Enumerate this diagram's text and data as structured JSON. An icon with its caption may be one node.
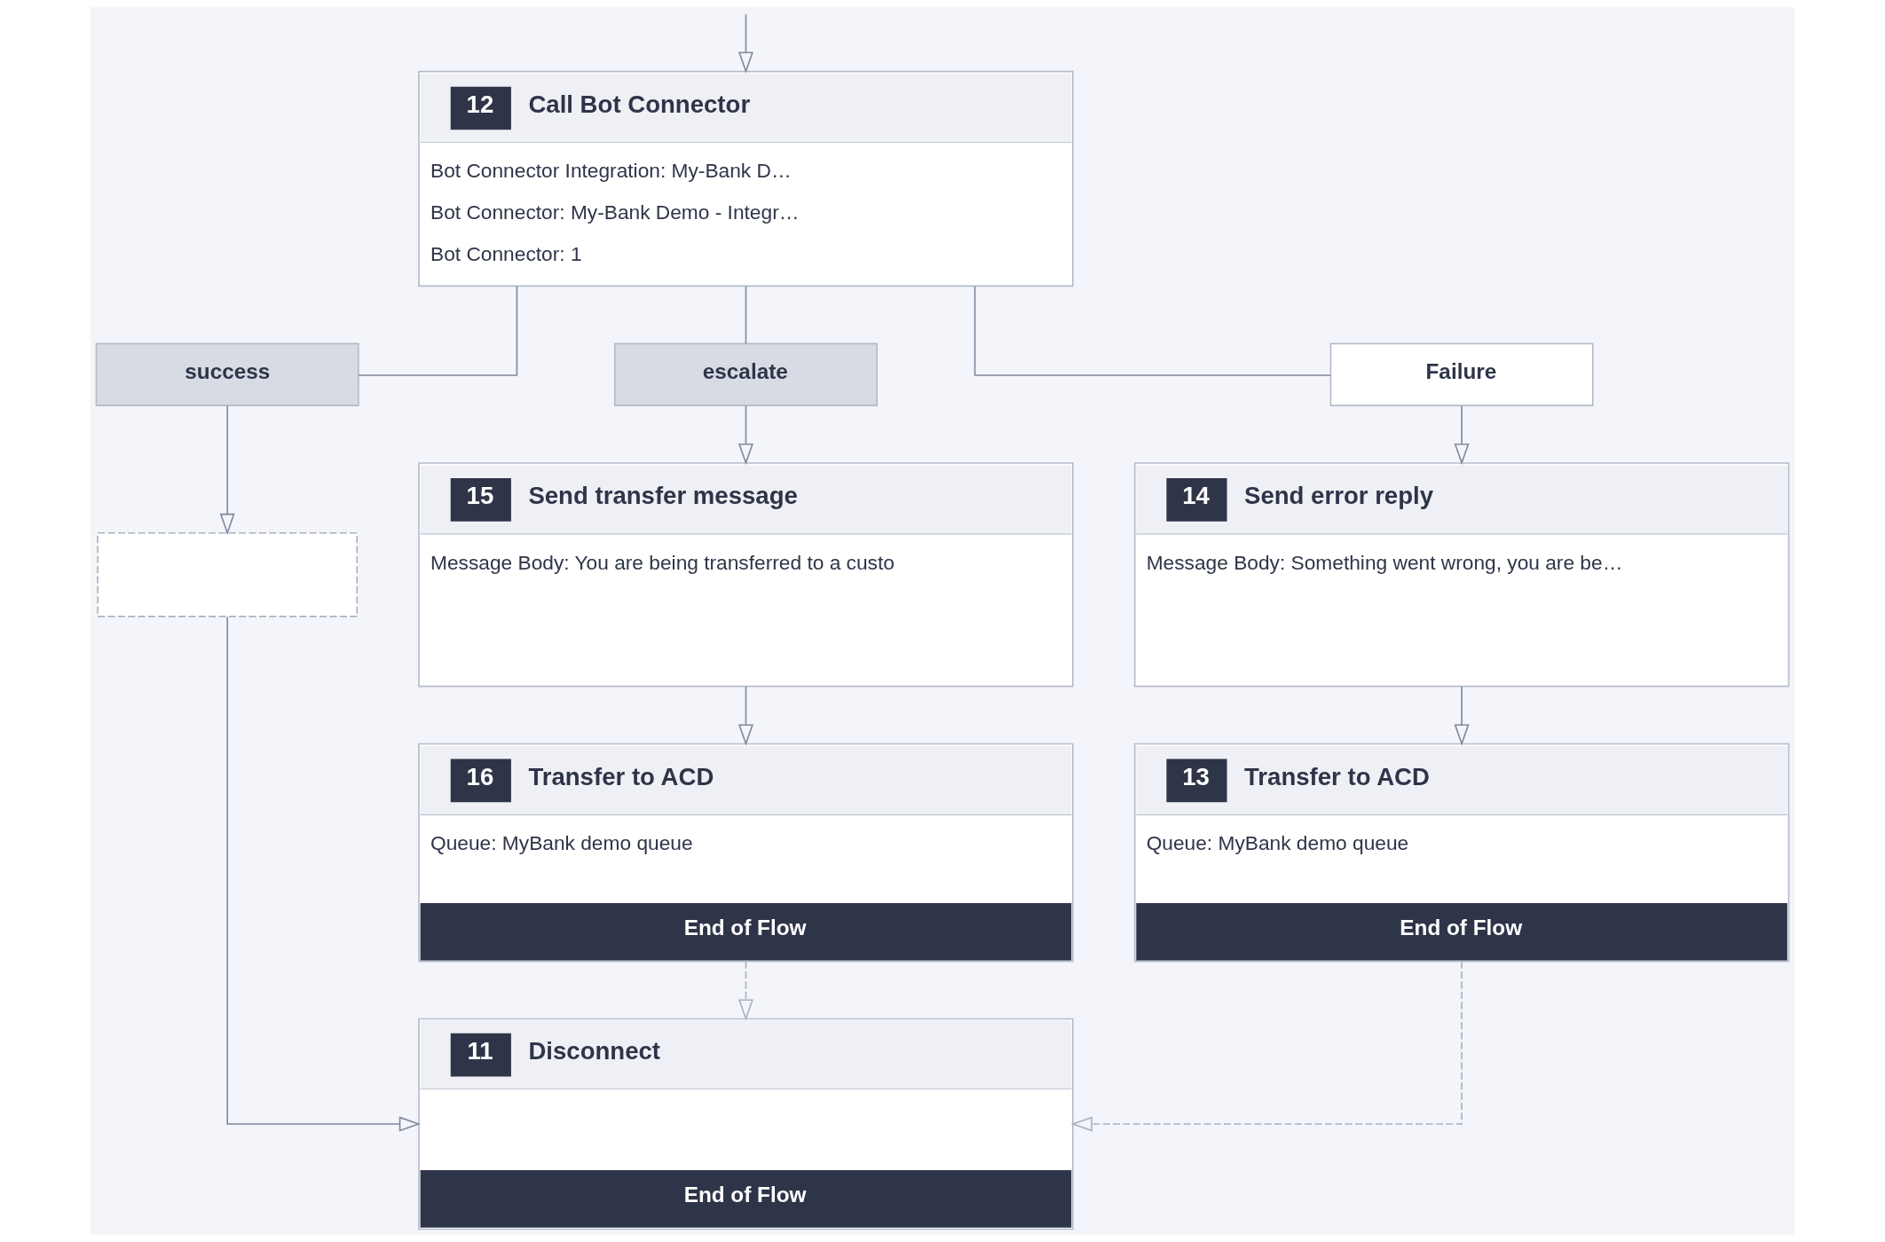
{
  "diagram": {
    "nodes": [
      {
        "text": [
          "12",
          "Call Bot Connector",
          "Bot Connector Integration: My-Bank D…",
          "Bot Connector: My-Bank Demo - Integr…",
          "Bot Connector: 1"
        ]
      },
      {
        "text": [
          "success"
        ]
      },
      {
        "text": [
          "escalate"
        ]
      },
      {
        "text": [
          "Failure"
        ]
      },
      {
        "text": [],
        "shape": "box"
      },
      {
        "text": [
          "15",
          "Send transfer message",
          "Message Body: You are being transferred to a custo"
        ]
      },
      {
        "text": [
          "14",
          "Send error reply",
          "Message Body: Something went wrong, you are be…"
        ]
      },
      {
        "text": [
          "16",
          "Transfer to ACD",
          "Queue: MyBank demo queue",
          "End of Flow"
        ]
      },
      {
        "text": [
          "13",
          "Transfer to ACD",
          "Queue: MyBank demo queue",
          "End of Flow"
        ]
      },
      {
        "text": [
          "11",
          "Disconnect",
          "End of Flow"
        ]
      }
    ],
    "edges": [
      {
        "from": null,
        "to": 0,
        "arrow": "to"
      },
      {
        "from": 0,
        "to": 1,
        "arrow": "none"
      },
      {
        "from": 0,
        "to": 2,
        "arrow": "none"
      },
      {
        "from": 0,
        "to": 3,
        "arrow": "none"
      },
      {
        "from": 1,
        "to": 4,
        "arrow": "to"
      },
      {
        "from": 2,
        "to": 5,
        "arrow": "to"
      },
      {
        "from": 3,
        "to": 6,
        "arrow": "to"
      },
      {
        "from": 5,
        "to": 7,
        "arrow": "to"
      },
      {
        "from": 6,
        "to": 8,
        "arrow": "to"
      },
      {
        "from": 4,
        "to": 9,
        "arrow": "to"
      },
      {
        "from": 7,
        "to": 9,
        "arrow": "to",
        "style": "dashed",
        "color": "#a9b0bf"
      },
      {
        "from": 8,
        "to": 9,
        "arrow": "to",
        "style": "dashed",
        "color": "#a9b0bf"
      }
    ]
  }
}
